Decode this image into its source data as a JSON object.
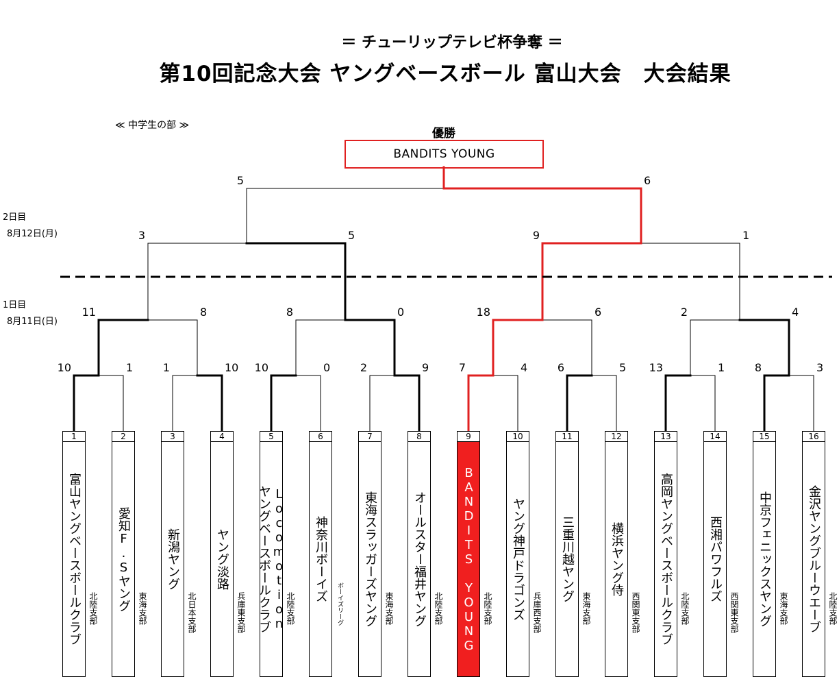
{
  "header": {
    "subtitle": "＝ チューリップテレビ杯争奪 ＝",
    "title": "第10回記念大会 ヤングベースボール 富山大会　大会結果",
    "division": "≪ 中学生の部 ≫"
  },
  "days": {
    "day2": {
      "day": "2日目",
      "date": "8月12日(月)"
    },
    "day1": {
      "day": "1日目",
      "date": "8月11日(日)"
    }
  },
  "champion": {
    "label": "優勝",
    "team": "BANDITS YOUNG"
  },
  "teams": [
    {
      "num": "1",
      "lines": [
        "富山ヤングベースボールクラブ"
      ],
      "branch": "北陸支部"
    },
    {
      "num": "2",
      "lines": [
        "愛知F.Sヤング"
      ],
      "branch": "東海支部"
    },
    {
      "num": "3",
      "lines": [
        "新潟ヤング"
      ],
      "branch": "北日本支部"
    },
    {
      "num": "4",
      "lines": [
        "ヤング淡路"
      ],
      "branch": "兵庫東支部"
    },
    {
      "num": "5",
      "lines": [
        "Locomotion",
        "ヤングベースボールクラブ"
      ],
      "branch": "北陸支部"
    },
    {
      "num": "6",
      "lines": [
        "神奈川ボーイズ"
      ],
      "branch": "ボーイズリーグ"
    },
    {
      "num": "7",
      "lines": [
        "東海スラッガーズヤング"
      ],
      "branch": "東海支部"
    },
    {
      "num": "8",
      "lines": [
        "オールスター福井ヤング"
      ],
      "branch": "北陸支部"
    },
    {
      "num": "9",
      "lines": [
        "BANDITS YOUNG"
      ],
      "branch": "北陸支部"
    },
    {
      "num": "10",
      "lines": [
        "ヤング神戸ドラゴンズ"
      ],
      "branch": "兵庫西支部"
    },
    {
      "num": "11",
      "lines": [
        "三重川越ヤング"
      ],
      "branch": "東海支部"
    },
    {
      "num": "12",
      "lines": [
        "横浜ヤング侍"
      ],
      "branch": "西関東支部"
    },
    {
      "num": "13",
      "lines": [
        "高岡ヤングベースボールクラブ"
      ],
      "branch": "北陸支部"
    },
    {
      "num": "14",
      "lines": [
        "西湘パワフルズ"
      ],
      "branch": "西関東支部"
    },
    {
      "num": "15",
      "lines": [
        "中京フェニックスヤング"
      ],
      "branch": "東海支部"
    },
    {
      "num": "16",
      "lines": [
        "金沢ヤングブルーウエーブ"
      ],
      "branch": "北陸支部"
    }
  ],
  "bracket": {
    "champion_team": 9,
    "round1": [
      {
        "teams": [
          1,
          2
        ],
        "scores": [
          "10",
          "1"
        ],
        "winner": 1
      },
      {
        "teams": [
          3,
          4
        ],
        "scores": [
          "1",
          "10"
        ],
        "winner": 4
      },
      {
        "teams": [
          5,
          6
        ],
        "scores": [
          "10",
          "0"
        ],
        "winner": 5
      },
      {
        "teams": [
          7,
          8
        ],
        "scores": [
          "2",
          "9"
        ],
        "winner": 8
      },
      {
        "teams": [
          9,
          10
        ],
        "scores": [
          "7",
          "4"
        ],
        "winner": 9
      },
      {
        "teams": [
          11,
          12
        ],
        "scores": [
          "6",
          "5"
        ],
        "winner": 11
      },
      {
        "teams": [
          13,
          14
        ],
        "scores": [
          "13",
          "1"
        ],
        "winner": 13
      },
      {
        "teams": [
          15,
          16
        ],
        "scores": [
          "8",
          "3"
        ],
        "winner": 15
      }
    ],
    "round2": [
      {
        "scores": [
          "11",
          "8"
        ],
        "winner": "left"
      },
      {
        "scores": [
          "8",
          "0"
        ],
        "winner": "right"
      },
      {
        "scores": [
          "18",
          "6"
        ],
        "winner": "left"
      },
      {
        "scores": [
          "2",
          "4"
        ],
        "winner": "right"
      }
    ],
    "semifinal": [
      {
        "scores": [
          "3",
          "5"
        ],
        "winner": "right"
      },
      {
        "scores": [
          "9",
          "1"
        ],
        "winner": "left"
      }
    ],
    "final": {
      "scores": [
        "5",
        "6"
      ],
      "winner": "right"
    }
  },
  "colors": {
    "winner_path": "#e02020",
    "winner_fill": "#f01f1f",
    "line": "#000000"
  }
}
